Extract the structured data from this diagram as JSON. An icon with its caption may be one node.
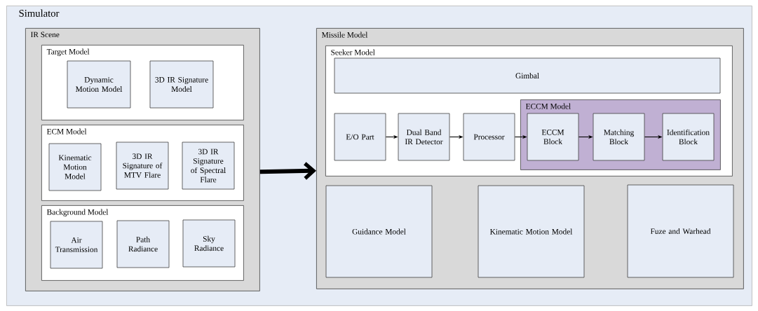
{
  "diagram": {
    "nodes": [
      {
        "text": [
          "Simulator"
        ]
      },
      {
        "text": [
          "IR Scene"
        ],
        "in": 0
      },
      {
        "text": [
          "Target Model"
        ],
        "in": 1
      },
      {
        "text": [
          "Dynamic Motion Model"
        ],
        "in": 2
      },
      {
        "text": [
          "3D IR Signature Model"
        ],
        "in": 2
      },
      {
        "text": [
          "ECM Model"
        ],
        "in": 1
      },
      {
        "text": [
          "Kinematic Motion Model"
        ],
        "in": 5
      },
      {
        "text": [
          "3D IR Signature of MTV Flare"
        ],
        "in": 5
      },
      {
        "text": [
          "3D IR Signature of Spectral Flare"
        ],
        "in": 5
      },
      {
        "text": [
          "Background Model"
        ],
        "in": 1
      },
      {
        "text": [
          "Air Transmission"
        ],
        "in": 9
      },
      {
        "text": [
          "Path Radiance"
        ],
        "in": 9
      },
      {
        "text": [
          "Sky Radiance"
        ],
        "in": 9
      },
      {
        "text": [
          "Missile Model"
        ],
        "in": 0
      },
      {
        "text": [
          "Seeker Model"
        ],
        "in": 13
      },
      {
        "text": [
          "Gimbal"
        ],
        "in": 14
      },
      {
        "text": [
          "E/O Part"
        ],
        "in": 14
      },
      {
        "text": [
          "Dual Band IR Detector"
        ],
        "in": 14
      },
      {
        "text": [
          "Processor"
        ],
        "in": 14
      },
      {
        "text": [
          "ECCM Model"
        ],
        "in": 14
      },
      {
        "text": [
          "ECCM Block"
        ],
        "in": 19
      },
      {
        "text": [
          "Matching Block"
        ],
        "in": 19
      },
      {
        "text": [
          "Identification Block"
        ],
        "in": 19
      },
      {
        "text": [
          "Guidance Model"
        ],
        "in": 13
      },
      {
        "text": [
          "Kinematic Motion Model"
        ],
        "in": 13
      },
      {
        "text": [
          "Fuze and Warhead"
        ],
        "in": 13
      }
    ],
    "edges": [
      {
        "from": 1,
        "to": 13,
        "arrow": "to",
        "style": "thick"
      },
      {
        "from": 16,
        "to": 17,
        "arrow": "to"
      },
      {
        "from": 17,
        "to": 18,
        "arrow": "to"
      },
      {
        "from": 18,
        "to": 20,
        "arrow": "to"
      },
      {
        "from": 20,
        "to": 21,
        "arrow": "to"
      },
      {
        "from": 21,
        "to": 22,
        "arrow": "to"
      }
    ]
  }
}
